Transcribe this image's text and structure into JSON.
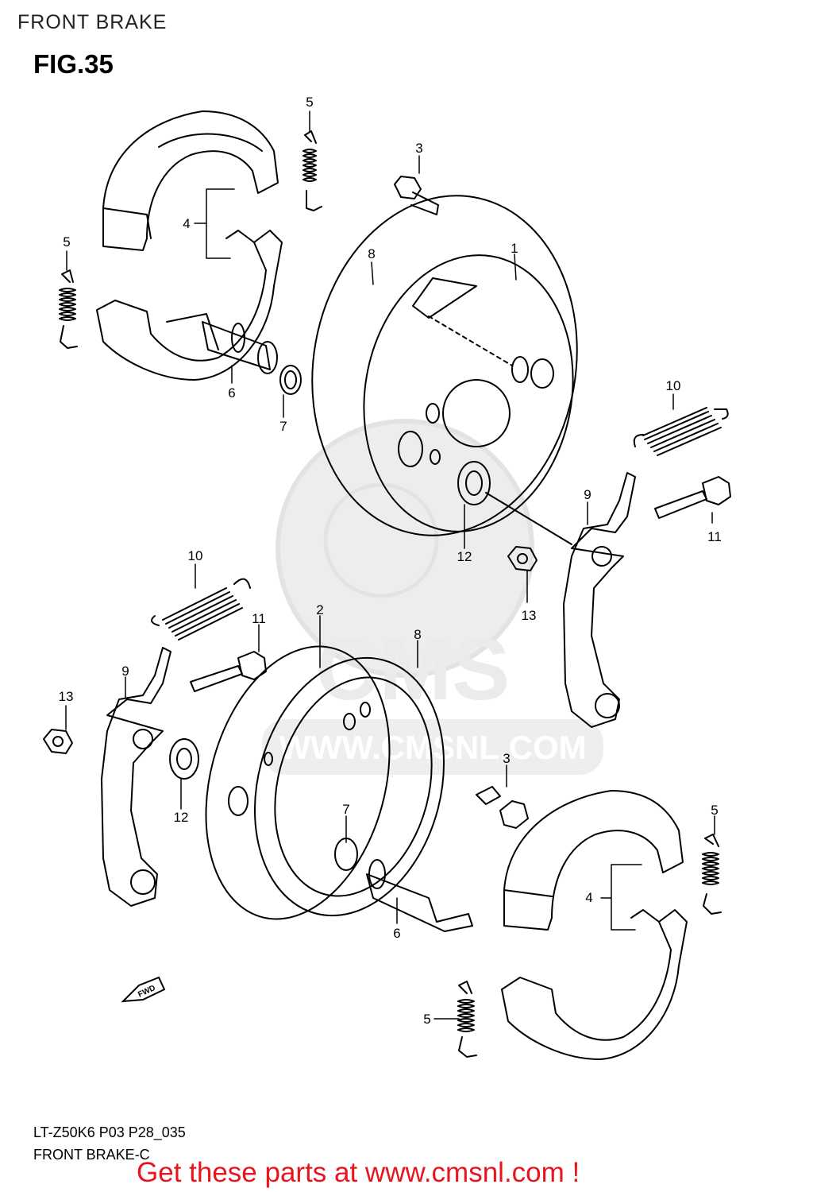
{
  "header": {
    "title": "FRONT BRAKE"
  },
  "figure": {
    "label": "FIG.35"
  },
  "watermark": {
    "brand": "CMS",
    "url": "WWW.CMSNL.COM"
  },
  "callouts": [
    {
      "id": "5a",
      "text": "5"
    },
    {
      "id": "3a",
      "text": "3"
    },
    {
      "id": "4a",
      "text": "4"
    },
    {
      "id": "5b",
      "text": "5"
    },
    {
      "id": "8a",
      "text": "8"
    },
    {
      "id": "1",
      "text": "1"
    },
    {
      "id": "6a",
      "text": "6"
    },
    {
      "id": "7a",
      "text": "7"
    },
    {
      "id": "10a",
      "text": "10"
    },
    {
      "id": "9a",
      "text": "9"
    },
    {
      "id": "11a",
      "text": "11"
    },
    {
      "id": "12a",
      "text": "12"
    },
    {
      "id": "13a",
      "text": "13"
    },
    {
      "id": "10b",
      "text": "10"
    },
    {
      "id": "2",
      "text": "2"
    },
    {
      "id": "11b",
      "text": "11"
    },
    {
      "id": "8b",
      "text": "8"
    },
    {
      "id": "9b",
      "text": "9"
    },
    {
      "id": "13b",
      "text": "13"
    },
    {
      "id": "12b",
      "text": "12"
    },
    {
      "id": "3b",
      "text": "3"
    },
    {
      "id": "7b",
      "text": "7"
    },
    {
      "id": "5c",
      "text": "5"
    },
    {
      "id": "4b",
      "text": "4"
    },
    {
      "id": "6b",
      "text": "6"
    },
    {
      "id": "5d",
      "text": "5"
    }
  ],
  "fwd_arrow": {
    "label": "FWD"
  },
  "footer": {
    "code": "LT-Z50K6 P03 P28_035",
    "name": "FRONT BRAKE-C",
    "cta": "Get these parts at www.cmsnl.com !"
  }
}
